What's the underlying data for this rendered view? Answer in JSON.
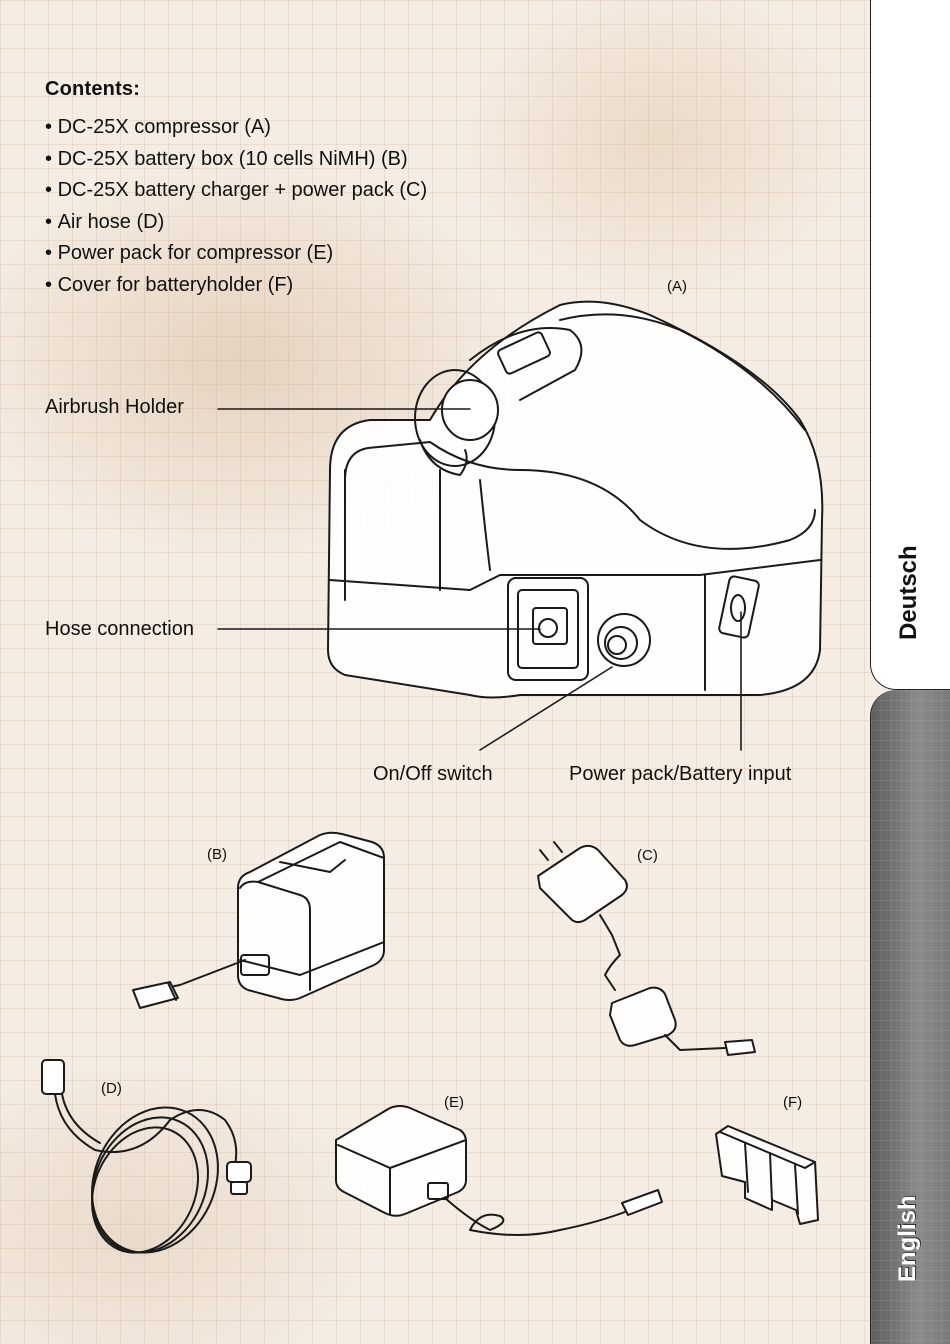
{
  "contents": {
    "heading": "Contents:",
    "items": [
      "DC-25X compressor (A)",
      "DC-25X battery box (10 cells NiMH) (B)",
      "DC-25X battery charger + power pack (C)",
      "Air hose (D)",
      "Power pack for compressor (E)",
      "Cover for batteryholder (F)"
    ]
  },
  "callouts": {
    "airbrush_holder": "Airbrush Holder",
    "hose_connection": "Hose connection",
    "on_off_switch": "On/Off switch",
    "power_input": "Power pack/Battery input"
  },
  "figure_tags": {
    "a": "(A)",
    "b": "(B)",
    "c": "(C)",
    "d": "(D)",
    "e": "(E)",
    "f": "(F)"
  },
  "sidebar": {
    "tab_top": "Deutsch",
    "tab_bottom": "English"
  }
}
